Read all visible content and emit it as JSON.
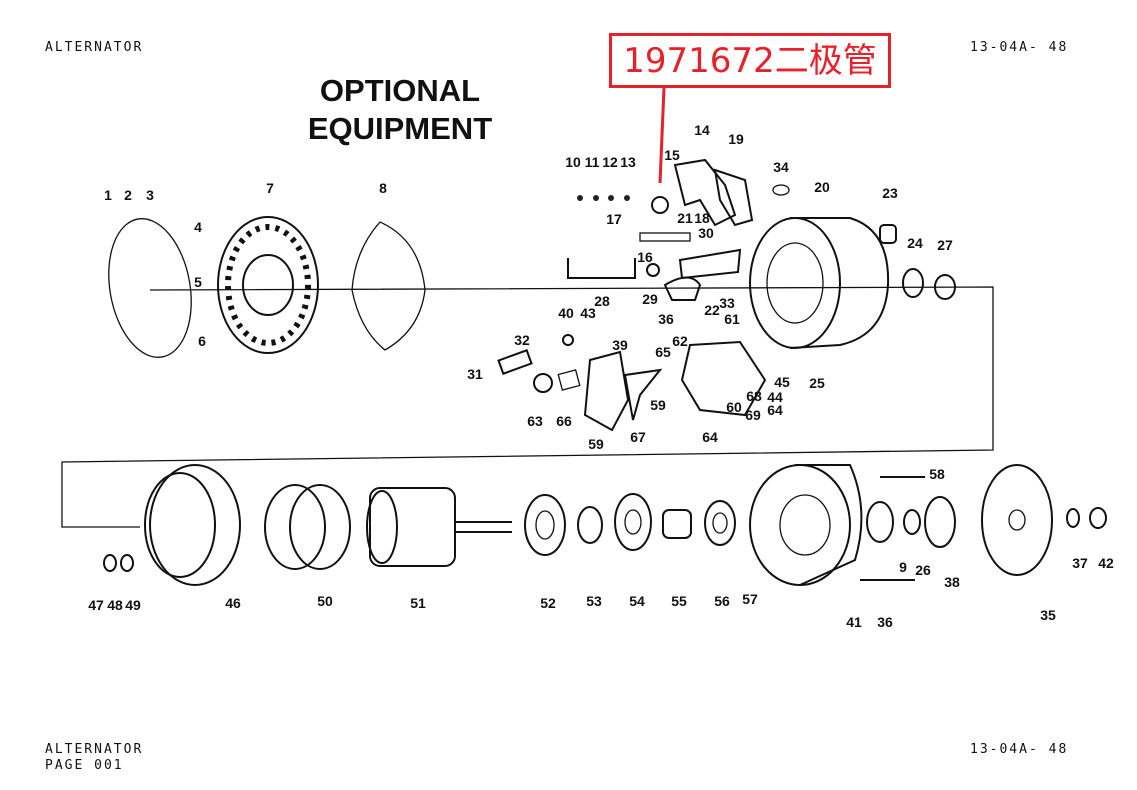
{
  "header": {
    "left": "ALTERNATOR",
    "right": "13-04A- 48"
  },
  "footer": {
    "line1": "ALTERNATOR",
    "line2": "PAGE 001",
    "right": "13-04A- 48"
  },
  "title": {
    "line1": "OPTIONAL",
    "line2": "EQUIPMENT"
  },
  "annotation": {
    "text": "1971672二极管",
    "color": "#e8202a"
  },
  "callouts": [
    "1",
    "2",
    "3",
    "7",
    "8",
    "4",
    "5",
    "6",
    "10",
    "11",
    "12",
    "13",
    "15",
    "14",
    "19",
    "34",
    "20",
    "23",
    "24",
    "27",
    "17",
    "21",
    "18",
    "16",
    "30",
    "28",
    "29",
    "22",
    "33",
    "36",
    "61",
    "40",
    "43",
    "32",
    "39",
    "65",
    "62",
    "45",
    "25",
    "31",
    "63",
    "66",
    "59",
    "67",
    "59",
    "60",
    "68",
    "44",
    "69",
    "64",
    "64",
    "58",
    "47",
    "48",
    "49",
    "46",
    "50",
    "51",
    "52",
    "53",
    "54",
    "55",
    "56",
    "57",
    "9",
    "26",
    "38",
    "37",
    "42",
    "35",
    "41",
    "36"
  ]
}
